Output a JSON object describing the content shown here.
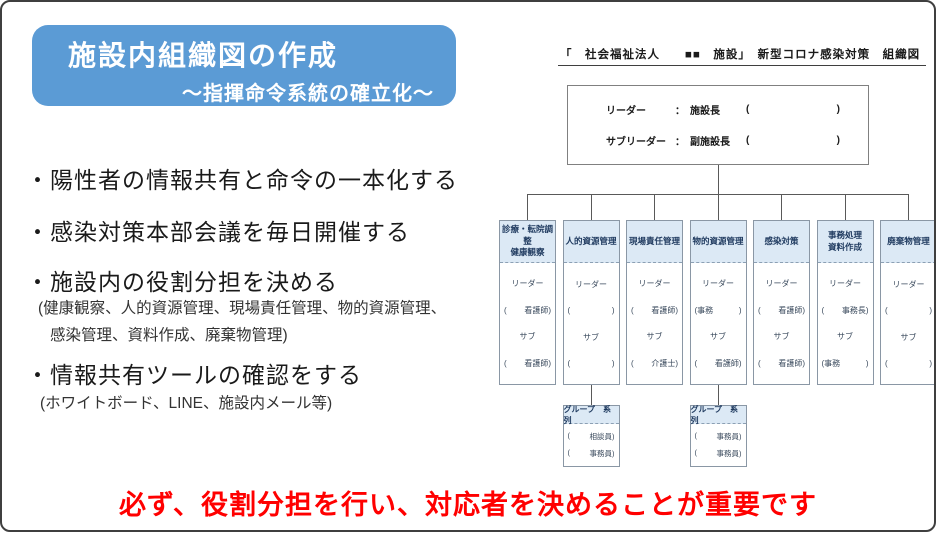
{
  "colors": {
    "accent_blue": "#5B9BD5",
    "light_blue": "#DCE9F5",
    "alert_red": "#FF0000"
  },
  "banner": {
    "title": "施設内組織図の作成",
    "subtitle": "〜指揮命令系統の確立化〜"
  },
  "bullets": [
    {
      "text": "・陽性者の情報共有と命令の一本化する",
      "notes": []
    },
    {
      "text": "・感染対策本部会議を毎日開催する",
      "notes": []
    },
    {
      "text": "・施設内の役割分担を決める",
      "notes": [
        "(健康観察、人的資源管理、現場責任管理、物的資源管理、",
        "感染管理、資料作成、廃棄物管理)"
      ]
    },
    {
      "text": "・情報共有ツールの確認をする",
      "notes": [
        "(ホワイトボード、LINE、施設内メール等)"
      ]
    }
  ],
  "orgchart": {
    "title": "「　社会福祉法人　　■■　施設」　新型コロナ感染対策　組織図",
    "leader_rows": [
      {
        "label": "リーダー",
        "colon": "：",
        "role": "施設長",
        "open": "(",
        "close": ")"
      },
      {
        "label": "サブリーダー",
        "colon": "：",
        "role": "副施設長",
        "open": "(",
        "close": ")"
      }
    ],
    "columns": [
      {
        "header": [
          "診療・転院調整",
          "健康観察"
        ],
        "rows": [
          {
            "t": "リーダー"
          },
          {
            "l": "(",
            "r": "看護師)"
          },
          {
            "t": "サブ"
          },
          {
            "l": "(",
            "r": "看護師)"
          }
        ]
      },
      {
        "header": [
          "人的資源管理"
        ],
        "rows": [
          {
            "t": "リーダー"
          },
          {
            "l": "(",
            "r": ")"
          },
          {
            "t": "サブ"
          },
          {
            "l": "(",
            "r": ")"
          }
        ]
      },
      {
        "header": [
          "現場責任管理"
        ],
        "rows": [
          {
            "t": "リーダー"
          },
          {
            "l": "(",
            "r": "看護師)"
          },
          {
            "t": "サブ"
          },
          {
            "l": "(",
            "r": "介護士)"
          }
        ]
      },
      {
        "header": [
          "物的資源管理"
        ],
        "rows": [
          {
            "t": "リーダー"
          },
          {
            "l": "(事務",
            "r": ")"
          },
          {
            "t": "サブ"
          },
          {
            "l": "(",
            "r": "看護師)"
          }
        ]
      },
      {
        "header": [
          "感染対策"
        ],
        "rows": [
          {
            "t": "リーダー"
          },
          {
            "l": "(",
            "r": "看護師)"
          },
          {
            "t": "サブ"
          },
          {
            "l": "(",
            "r": "看護師)"
          }
        ]
      },
      {
        "header": [
          "事務処理",
          "資料作成"
        ],
        "rows": [
          {
            "t": "リーダー"
          },
          {
            "l": "(",
            "r": "事務長)"
          },
          {
            "t": "サブ"
          },
          {
            "l": "(事務",
            "r": ")"
          }
        ]
      },
      {
        "header": [
          "廃棄物管理"
        ],
        "rows": [
          {
            "t": "リーダー"
          },
          {
            "l": "(",
            "r": ")"
          },
          {
            "t": "サブ"
          },
          {
            "l": "(",
            "r": ")"
          }
        ]
      }
    ],
    "group_boxes": [
      {
        "column_index": 1,
        "header": "グループ　系列",
        "rows": [
          {
            "l": "(",
            "r": "相談員)"
          },
          {
            "l": "(",
            "r": "事務員)"
          }
        ]
      },
      {
        "column_index": 3,
        "header": "グループ　系列",
        "rows": [
          {
            "l": "(",
            "r": "事務員)"
          },
          {
            "l": "(",
            "r": "事務員)"
          }
        ]
      }
    ]
  },
  "footer": {
    "message": "必ず、役割分担を行い、対応者を決めることが重要です"
  }
}
